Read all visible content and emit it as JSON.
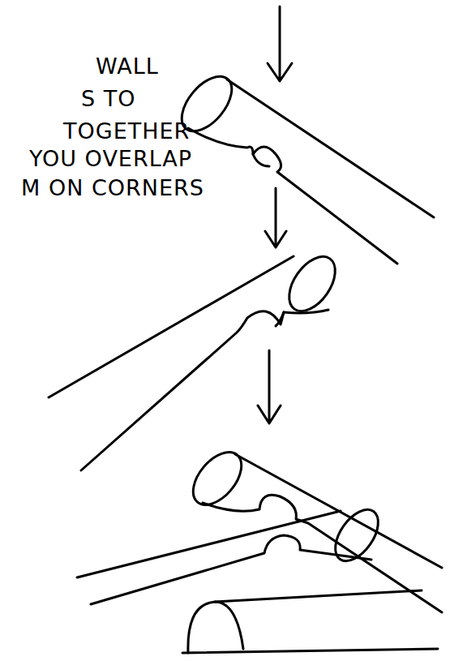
{
  "diagram": {
    "labels": [
      "WALL",
      "S TO",
      "TOGETHER",
      "YOU OVERLAP",
      "M ON CORNERS"
    ]
  }
}
